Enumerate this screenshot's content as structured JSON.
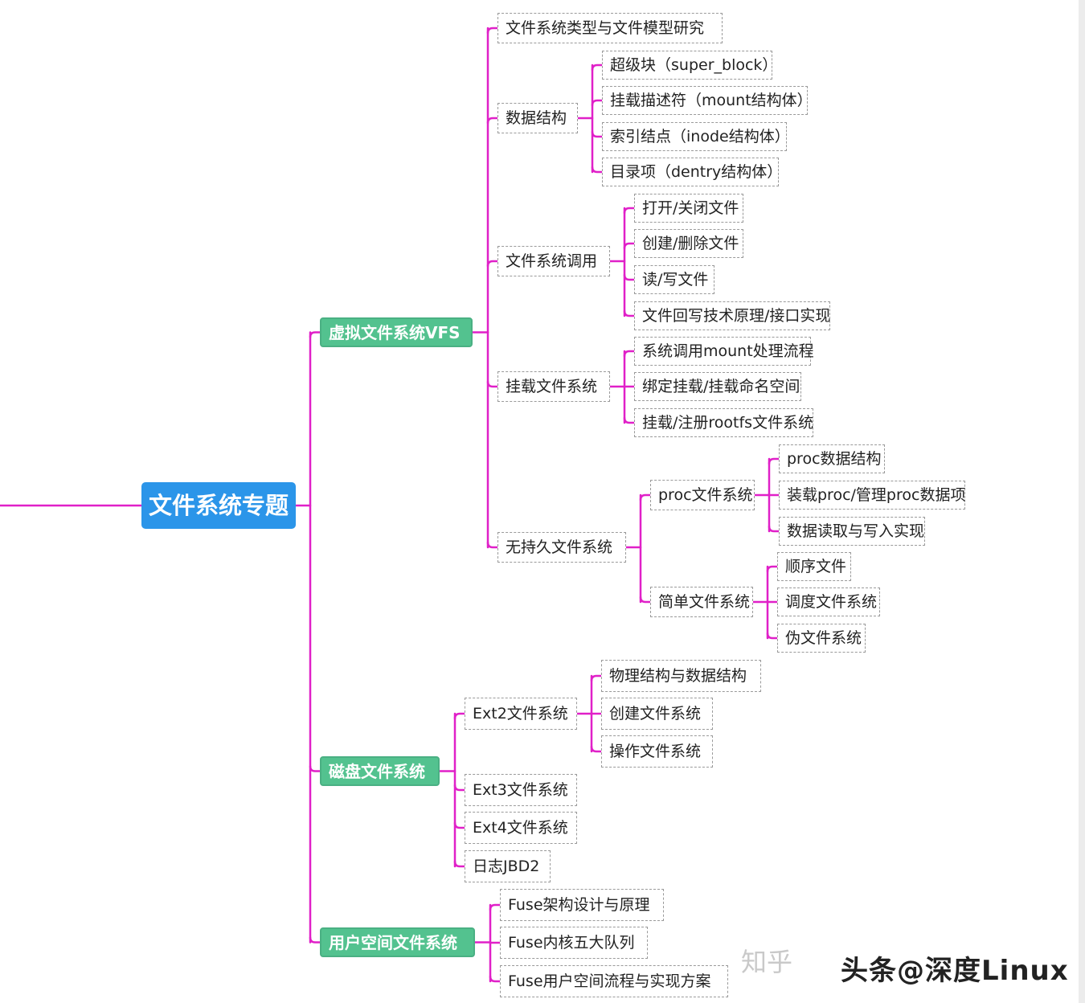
{
  "colors": {
    "connector": "#e020c8",
    "root": "#2b95e9",
    "branch": "#53c28f",
    "leaf_border": "#9a9a9a"
  },
  "root": "文件系统专题",
  "branches": {
    "vfs": "虚拟文件系统VFS",
    "disk": "磁盘文件系统",
    "user": "用户空间文件系统"
  },
  "vfs": {
    "research": "文件系统类型与文件模型研究",
    "ds": {
      "label": "数据结构",
      "children": [
        "超级块（super_block）",
        "挂载描述符（mount结构体）",
        "索引结点（inode结构体）",
        "目录项（dentry结构体）"
      ]
    },
    "syscall": {
      "label": "文件系统调用",
      "children": [
        "打开/关闭文件",
        "创建/删除文件",
        "读/写文件",
        "文件回写技术原理/接口实现"
      ]
    },
    "mount": {
      "label": "挂载文件系统",
      "children": [
        "系统调用mount处理流程",
        "绑定挂载/挂载命名空间",
        "挂载/注册rootfs文件系统"
      ]
    },
    "nonpersistent": {
      "label": "无持久文件系统",
      "proc": {
        "label": "proc文件系统",
        "children": [
          "proc数据结构",
          "装载proc/管理proc数据项",
          "数据读取与写入实现"
        ]
      },
      "simple": {
        "label": "简单文件系统",
        "children": [
          "顺序文件",
          "调度文件系统",
          "伪文件系统"
        ]
      }
    }
  },
  "disk": {
    "ext2": {
      "label": "Ext2文件系统",
      "children": [
        "物理结构与数据结构",
        "创建文件系统",
        "操作文件系统"
      ]
    },
    "ext3": "Ext3文件系统",
    "ext4": "Ext4文件系统",
    "jbd2": "日志JBD2"
  },
  "user": {
    "children": [
      "Fuse架构设计与原理",
      "Fuse内核五大队列",
      "Fuse用户空间流程与实现方案"
    ]
  },
  "watermark": {
    "faint": "知乎",
    "main": "头条@深度Linux"
  }
}
